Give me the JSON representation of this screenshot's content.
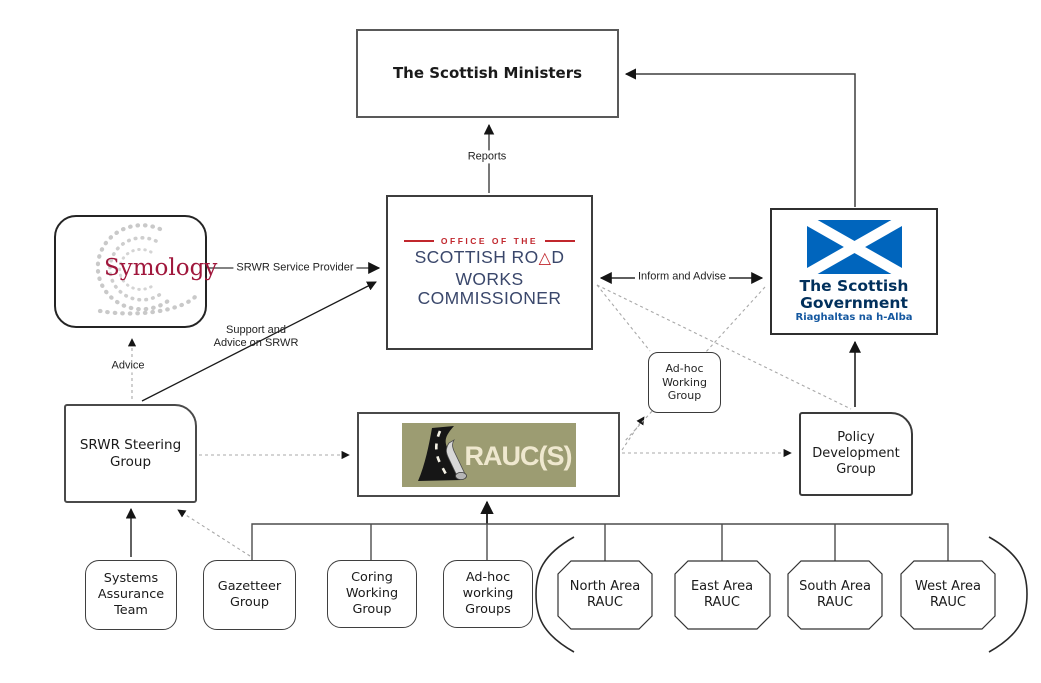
{
  "nodes": {
    "ministers": {
      "label": "The Scottish Ministers"
    },
    "commissioner": {
      "office_line": "OFFICE OF THE",
      "name_part1": "SCOTTISH RO",
      "name_triangle": "△",
      "name_part2": "D",
      "name_line2": "WORKS COMMISSIONER"
    },
    "symology": {
      "brand": "Symology"
    },
    "scottish_government": {
      "line1": "The Scottish",
      "line2": "Government",
      "gaelic": "Riaghaltas na h-Alba"
    },
    "srwr_steering_group": {
      "label": "SRWR Steering Group"
    },
    "raucs": {
      "logo_text": "RAUC(S)"
    },
    "adhoc_working_group": {
      "label": "Ad-hoc Working Group"
    },
    "policy_development_group": {
      "label": "Policy Development Group"
    }
  },
  "bottom_row": [
    {
      "label": "Systems Assurance Team"
    },
    {
      "label": "Gazetteer Group"
    },
    {
      "label": "Coring Working Group"
    },
    {
      "label": "Ad-hoc working Groups"
    }
  ],
  "area_raucs": [
    {
      "label": "North Area RAUC"
    },
    {
      "label": "East Area RAUC"
    },
    {
      "label": "South Area RAUC"
    },
    {
      "label": "West Area RAUC"
    }
  ],
  "edge_labels": {
    "reports": "Reports",
    "srwr_service_provider": "SRWR Service Provider",
    "support_line1": "Support and",
    "support_line2": "Advice on SRWR",
    "advice": "Advice",
    "inform_and_advise": "Inform and Advise"
  },
  "colors": {
    "commissioner_red": "#c1272d",
    "commissioner_navy": "#3a476b",
    "symology_red": "#a0173c",
    "scotgov_flag_blue": "#0065bd",
    "scotgov_text_navy": "#01305c",
    "rauc_olive": "#9c9c72",
    "rauc_cream": "#efe8cf",
    "solid_line": "#3f3f3f",
    "dashed_line": "#a8a8a8"
  }
}
